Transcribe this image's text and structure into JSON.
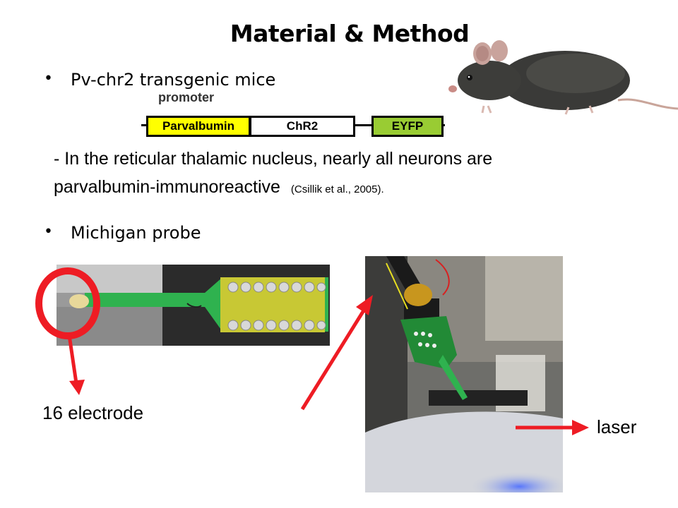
{
  "slide": {
    "title": "Material & Method",
    "bullets": [
      {
        "text": "Pv-chr2 transgenic mice"
      },
      {
        "text": "Michigan probe"
      }
    ],
    "construct": {
      "promoter_label": "promoter",
      "boxes": [
        "Parvalbumin",
        "ChR2",
        "EYFP"
      ],
      "colors": {
        "parvalbumin": "#ffff00",
        "chr2": "#ffffff",
        "eyfp": "#99cc33"
      }
    },
    "note": {
      "line1": "- In the reticular thalamic nucleus, nearly all neurons are",
      "line2": "parvalbumin-immunoreactive",
      "citation": "(Csillik et al., 2005)."
    },
    "labels": {
      "electrode": "16 electrode",
      "laser": "laser"
    },
    "colors": {
      "arrow": "#ee1c24",
      "probe_green": "#1fae4b"
    }
  }
}
